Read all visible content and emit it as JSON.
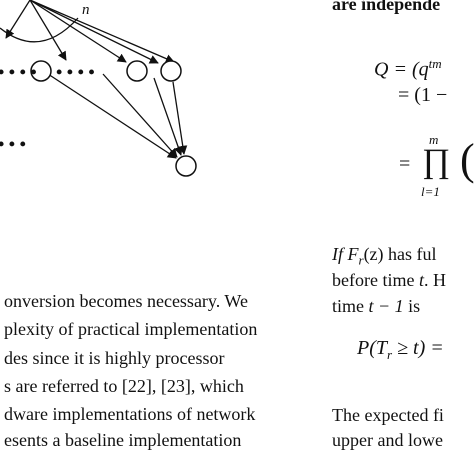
{
  "figure": {
    "edge_label": "n",
    "ellipsis_top": "• • • •",
    "ellipsis_mid": "• • • •",
    "ellipsis_bottom": "• • •"
  },
  "left_column": {
    "lines": [
      "onversion becomes necessary. We",
      "plexity of practical implementation",
      "des since it is highly processor",
      "s are referred to [22], [23], which",
      "dware implementations of network",
      "esents a baseline implementation"
    ]
  },
  "right_column": {
    "top_text": "are independe",
    "eq1_lhs": "Q = (q",
    "eq1_sup": "tm",
    "eq2": "= (1 −",
    "prod_upper": "m",
    "prod_symbol": "∏",
    "prod_lower": "l=1",
    "prod_eq": "=",
    "prod_paren": "(",
    "para1_line1": "If F",
    "para1_sub": "r",
    "para1_line1_rest": "(z) has ful",
    "para1_line2_a": "before time ",
    "para1_line2_b": "t",
    "para1_line2_c": ". H",
    "para1_line3_a": "time ",
    "para1_line3_b": "t − 1",
    "para1_line3_c": " is",
    "eq3": "P(T",
    "eq3_sub": "r",
    "eq3_rest": " ≥ t) =",
    "para2_line1": "The expected fi",
    "para2_line2": "upper and lowe"
  }
}
